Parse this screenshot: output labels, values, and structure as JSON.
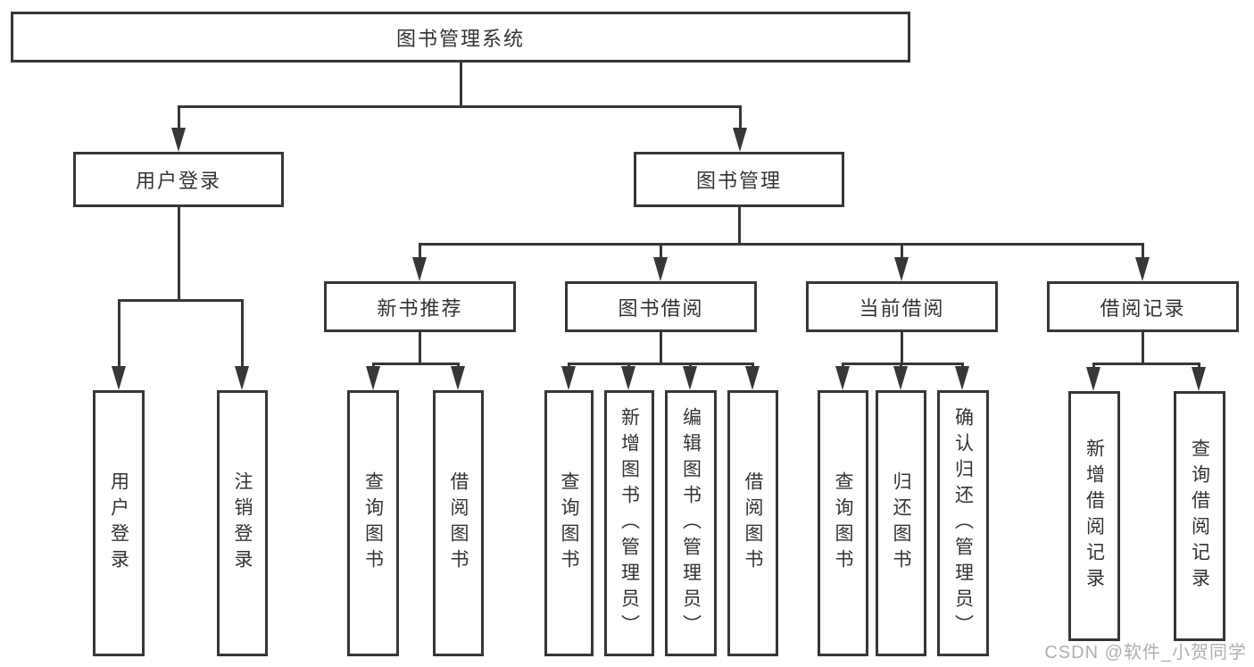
{
  "diagram": {
    "title": "图书管理系统",
    "root": {
      "label": "图书管理系统"
    },
    "level2": [
      {
        "id": "user-login",
        "label": "用户登录"
      },
      {
        "id": "book-management",
        "label": "图书管理"
      }
    ],
    "level3": [
      {
        "id": "new-book-recommend",
        "label": "新书推荐"
      },
      {
        "id": "book-borrow",
        "label": "图书借阅"
      },
      {
        "id": "current-borrow",
        "label": "当前借阅"
      },
      {
        "id": "borrow-record",
        "label": "借阅记录"
      }
    ],
    "leaves": {
      "user_login": [
        {
          "label": "用户登录"
        },
        {
          "label": "注销登录"
        }
      ],
      "new_book_recommend": [
        {
          "label": "查询图书"
        },
        {
          "label": "借阅图书"
        }
      ],
      "book_borrow": [
        {
          "label": "查询图书"
        },
        {
          "label": "新增图书（管理员）"
        },
        {
          "label": "编辑图书（管理员）"
        },
        {
          "label": "借阅图书"
        }
      ],
      "current_borrow": [
        {
          "label": "查询图书"
        },
        {
          "label": "归还图书"
        },
        {
          "label": "确认归还（管理员）"
        }
      ],
      "borrow_record": [
        {
          "label": "新增借阅记录"
        },
        {
          "label": "查询借阅记录"
        }
      ]
    },
    "colors": {
      "line": "#373737",
      "box_border": "#373737",
      "box_fill": "#ffffff",
      "text": "#333333",
      "watermark": "#b0b0b0"
    },
    "watermark": "CSDN @软件_小贺同学"
  }
}
